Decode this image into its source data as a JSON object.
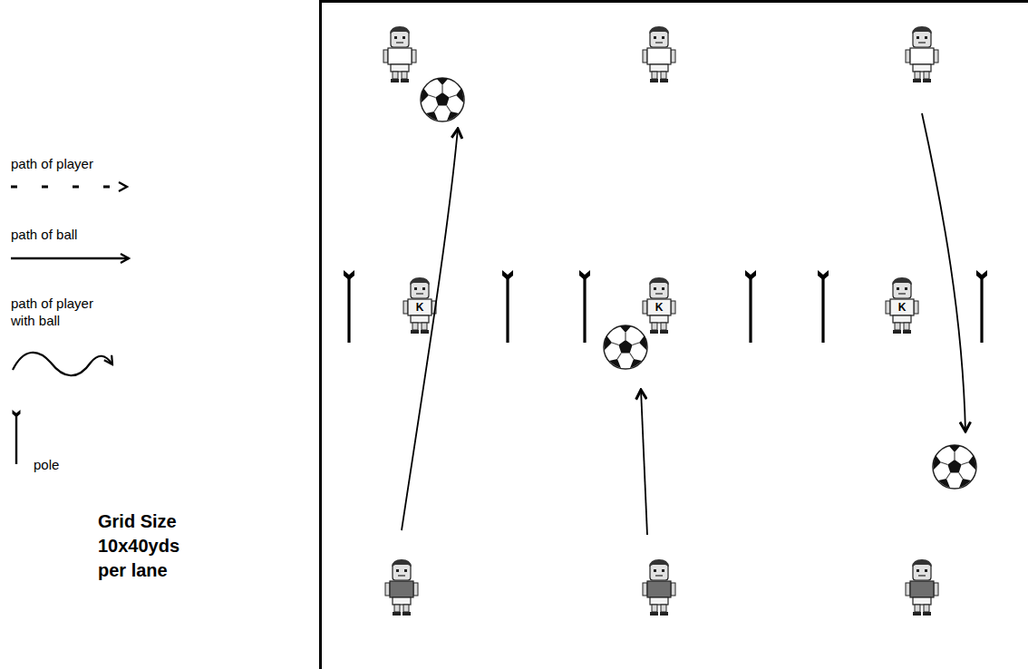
{
  "diagram": {
    "labels": [
      "K",
      "K",
      "K",
      "Grid Size 10x40yds per lane"
    ],
    "legend": [
      {
        "text": "path of player"
      },
      {
        "text": "path of ball"
      },
      {
        "text": "path of player with ball"
      },
      {
        "text": "pole"
      }
    ]
  }
}
